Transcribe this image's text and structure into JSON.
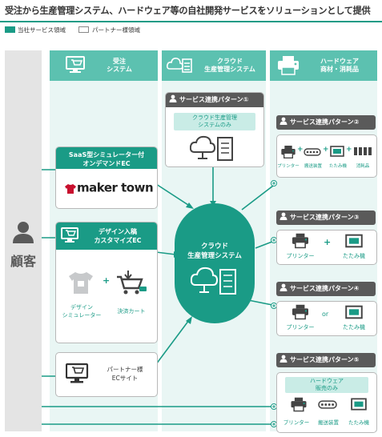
{
  "title": "受注から生産管理システム、ハードウェア等の自社開発サービスをソリューションとして提供",
  "legend": {
    "own_label": "当社サービス領域",
    "partner_label": "パートナー様領域"
  },
  "colors": {
    "teal": "#1a9b86",
    "teal_light": "#5cc1b0",
    "teal_pale": "#c9ece6",
    "gray": "#5a5a5a"
  },
  "customer": {
    "label": "顧客"
  },
  "columns": [
    {
      "label": "受注\nシステム"
    },
    {
      "label": "クラウド\n生産管理システム"
    },
    {
      "label": "ハードウェア\n商材・消耗品"
    }
  ],
  "order": {
    "saas_title": "SaaS型シミュレーター付\nオンデマンドEC",
    "maker_logo": "maker town",
    "design_title": "デザイン入稿\nカスタマイズEC",
    "sim_label": "デザイン\nシミュレーター",
    "cart_label": "決済カート",
    "partner_ec": "パートナー様\nECサイト"
  },
  "center": {
    "label": "クラウド\n生産管理システム"
  },
  "patterns": [
    {
      "title": "サービス連携パターン①",
      "note": "クラウド生産管理\nシステムのみ"
    },
    {
      "title": "サービス連携パターン②",
      "items": [
        "プリンター",
        "搬送装置",
        "たたみ機",
        "消耗品"
      ]
    },
    {
      "title": "サービス連携パターン③",
      "items": [
        "プリンター",
        "たたみ機"
      ],
      "joiner": "+"
    },
    {
      "title": "サービス連携パターン④",
      "items": [
        "プリンター",
        "たたみ機"
      ],
      "joiner": "or"
    },
    {
      "title": "サービス連携パターン⑤",
      "note": "ハードウェア\n販売のみ",
      "items": [
        "プリンター",
        "搬送装置",
        "たたみ機"
      ]
    }
  ]
}
